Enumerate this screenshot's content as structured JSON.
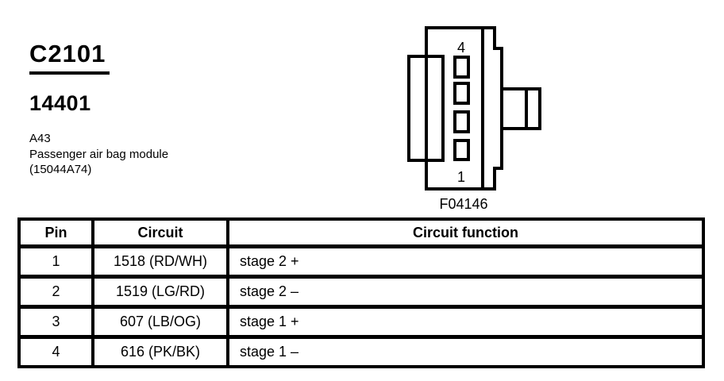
{
  "header": {
    "connector_id": "C2101",
    "part_number": "14401",
    "component_code": "A43",
    "component_name": "Passenger air bag module",
    "component_part_number": "(15044A74)"
  },
  "connector": {
    "top_pin_label": "4",
    "bottom_pin_label": "1",
    "figure_code": "F04146"
  },
  "table": {
    "headers": [
      "Pin",
      "Circuit",
      "Circuit function"
    ],
    "rows": [
      {
        "pin": "1",
        "circuit": "1518 (RD/WH)",
        "function": "stage 2 +"
      },
      {
        "pin": "2",
        "circuit": "1519 (LG/RD)",
        "function": "stage 2 –"
      },
      {
        "pin": "3",
        "circuit": "607 (LB/OG)",
        "function": "stage 1 +"
      },
      {
        "pin": "4",
        "circuit": "616 (PK/BK)",
        "function": "stage 1 –"
      }
    ]
  },
  "colors": {
    "ink": "#000000",
    "paper": "#ffffff"
  }
}
